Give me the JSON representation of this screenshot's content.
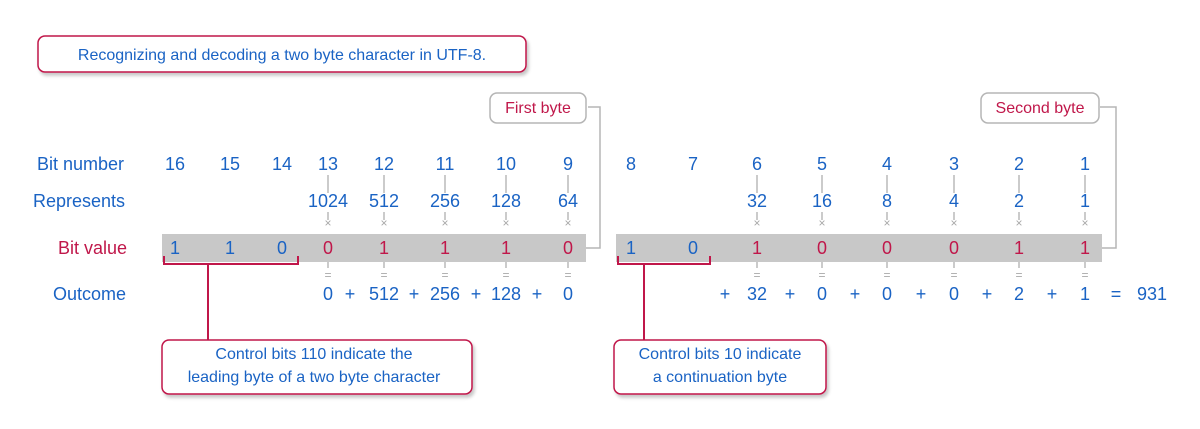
{
  "title": "Recognizing and decoding a two byte character in UTF-8.",
  "callouts": {
    "first_byte": "First byte",
    "second_byte": "Second byte",
    "control_110": [
      "Control bits 110 indicate the",
      "leading byte of a two byte character"
    ],
    "control_10": [
      "Control bits 10 indicate",
      "a continuation byte"
    ]
  },
  "row_labels": {
    "bit_number": "Bit number",
    "represents": "Represents",
    "bit_value": "Bit value",
    "outcome": "Outcome"
  },
  "bits": [
    {
      "number": "16",
      "represents": "",
      "value": "1",
      "control": true,
      "outcome": ""
    },
    {
      "number": "15",
      "represents": "",
      "value": "1",
      "control": true,
      "outcome": ""
    },
    {
      "number": "14",
      "represents": "",
      "value": "0",
      "control": true,
      "outcome": ""
    },
    {
      "number": "13",
      "represents": "1024",
      "value": "0",
      "control": false,
      "outcome": "0"
    },
    {
      "number": "12",
      "represents": "512",
      "value": "1",
      "control": false,
      "outcome": "512"
    },
    {
      "number": "11",
      "represents": "256",
      "value": "1",
      "control": false,
      "outcome": "256"
    },
    {
      "number": "10",
      "represents": "128",
      "value": "1",
      "control": false,
      "outcome": "128"
    },
    {
      "number": "9",
      "represents": "64",
      "value": "0",
      "control": false,
      "outcome": "0"
    },
    {
      "number": "8",
      "represents": "",
      "value": "1",
      "control": true,
      "outcome": ""
    },
    {
      "number": "7",
      "represents": "",
      "value": "0",
      "control": true,
      "outcome": ""
    },
    {
      "number": "6",
      "represents": "32",
      "value": "1",
      "control": false,
      "outcome": "32"
    },
    {
      "number": "5",
      "represents": "16",
      "value": "0",
      "control": false,
      "outcome": "0"
    },
    {
      "number": "4",
      "represents": "8",
      "value": "0",
      "control": false,
      "outcome": "0"
    },
    {
      "number": "3",
      "represents": "4",
      "value": "0",
      "control": false,
      "outcome": "0"
    },
    {
      "number": "2",
      "represents": "2",
      "value": "1",
      "control": false,
      "outcome": "2"
    },
    {
      "number": "1",
      "represents": "1",
      "value": "1",
      "control": false,
      "outcome": "1"
    }
  ],
  "operators": {
    "plus": "+",
    "equals": "=",
    "times": "×",
    "eq_small": "="
  },
  "result": "931",
  "colors": {
    "blue": "#1a63c4",
    "crimson": "#c0174a",
    "gray_bar": "#c8c8c8",
    "gray_line": "#a8a8a8",
    "gray_border": "#b5b5b5"
  }
}
